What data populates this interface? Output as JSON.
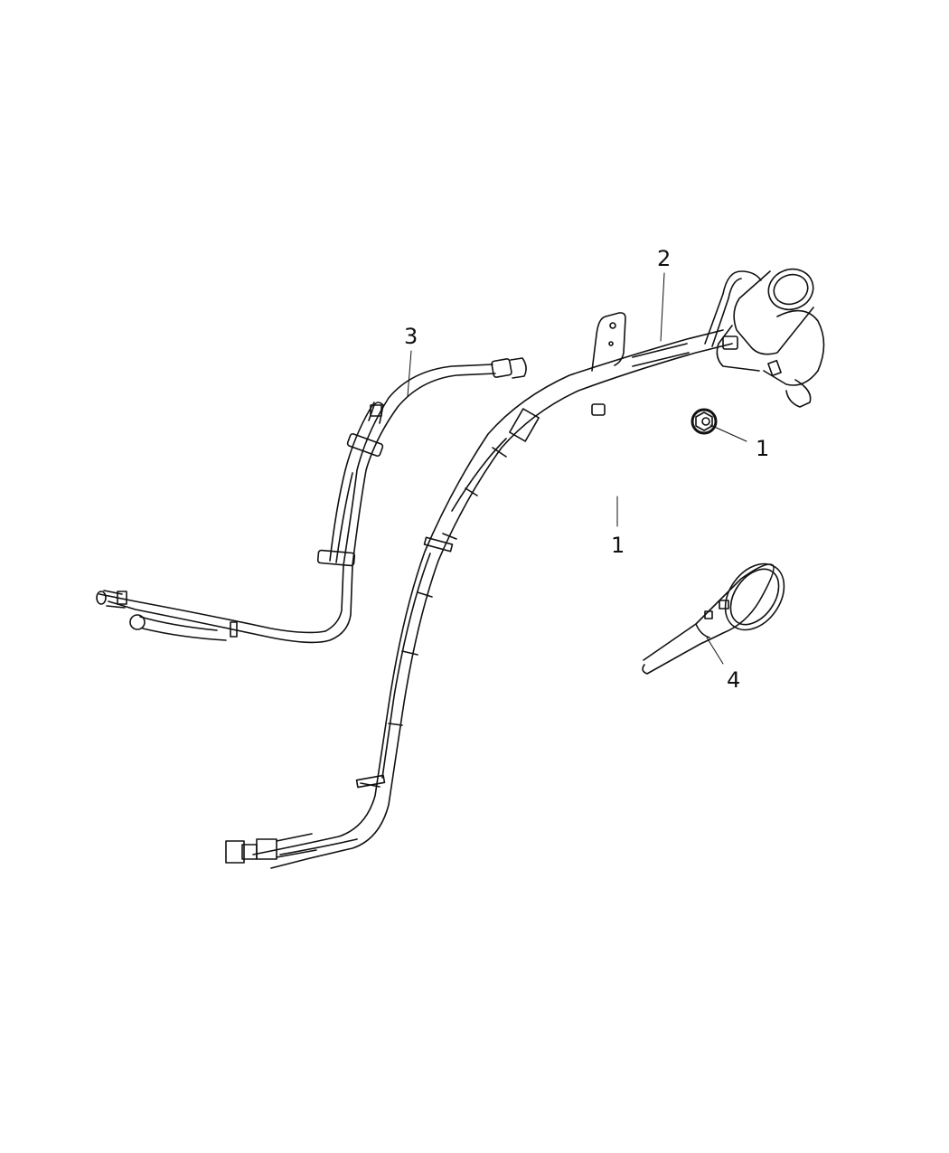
{
  "diagram": {
    "type": "exploded parts diagram",
    "subject": "fuel filler tube assembly",
    "callouts": [
      {
        "id": "c1a",
        "label": "1",
        "part": "nut"
      },
      {
        "id": "c1b",
        "label": "1",
        "part": "filler tube"
      },
      {
        "id": "c2",
        "label": "2",
        "part": "fuel filler neck / housing"
      },
      {
        "id": "c3",
        "label": "3",
        "part": "vapor / vent hose assembly"
      },
      {
        "id": "c4",
        "label": "4",
        "part": "fuel filler funnel"
      }
    ],
    "colors": {
      "line": "#111111",
      "background": "#ffffff"
    }
  }
}
